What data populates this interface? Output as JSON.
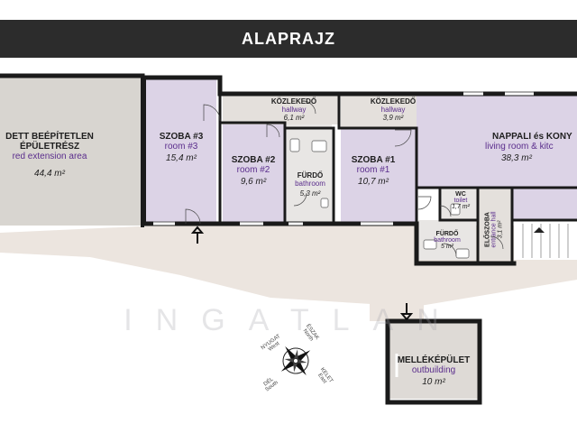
{
  "header": {
    "title": "ALAPRAJZ"
  },
  "rooms": {
    "extension": {
      "name_hu_1": "DETT BEÉPÍTETLEN",
      "name_hu_2": "ÉPÜLETRÉSZ",
      "name_en": "red extension area",
      "area": "44,4 m²"
    },
    "room3": {
      "name_hu": "SZOBA #3",
      "name_en": "room #3",
      "area": "15,4 m²"
    },
    "room2": {
      "name_hu": "SZOBA #2",
      "name_en": "room #2",
      "area": "9,6 m²"
    },
    "hallway1": {
      "name_hu": "KÖZLEKEDŐ",
      "name_en": "hallway",
      "area": "6,1 m²"
    },
    "hallway2": {
      "name_hu": "KÖZLEKEDŐ",
      "name_en": "hallway",
      "area": "3,9 m²"
    },
    "bath1": {
      "name_hu": "FÜRDŐ",
      "name_en": "bathroom",
      "area": "5,3 m²"
    },
    "room1": {
      "name_hu": "SZOBA #1",
      "name_en": "room #1",
      "area": "10,7 m²"
    },
    "living": {
      "name_hu": "NAPPALI és KONY",
      "name_en": "living room & kitc",
      "area": "38,3 m²"
    },
    "wc": {
      "name_hu": "WC",
      "name_en": "toilet",
      "area": "1,7 m²"
    },
    "bath2": {
      "name_hu": "FÜRDŐ",
      "name_en": "bathroom",
      "area": "5 m²"
    },
    "entrance": {
      "name_hu": "ELŐSZOBA",
      "name_en": "entrance hall",
      "area": "3,1 m²"
    },
    "outbuilding": {
      "name_hu": "MELLÉKÉPÜLET",
      "name_en": "outbuilding",
      "area": "10 m²"
    }
  },
  "compass": {
    "north_hu": "ÉSZAK",
    "north_en": "North",
    "east_hu": "KELET",
    "east_en": "East",
    "west_hu": "NYUGAT",
    "west_en": "West",
    "south_hu": "DÉL",
    "south_en": "South"
  },
  "watermark": {
    "text": "INGATLAN"
  },
  "colors": {
    "banner": "#2c2c2c",
    "room_purple": "#dcd3e6",
    "extension_grey": "#d8d5d0",
    "corridor_grey": "#dedad6",
    "walls": "#1a1a1a",
    "english_label": "#5a2d8c",
    "path": "#e7e0da"
  }
}
